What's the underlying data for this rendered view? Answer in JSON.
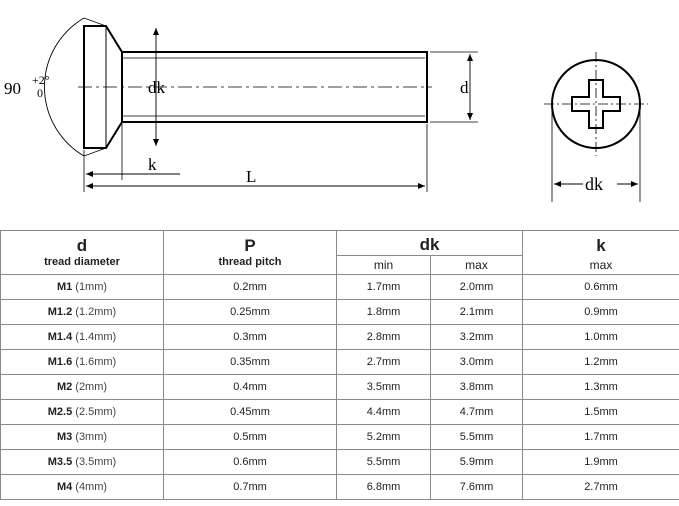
{
  "drawing": {
    "angle_label": "90",
    "angle_tol_upper": "+2°",
    "angle_tol_lower": "0",
    "label_dk_side": "dk",
    "label_d": "d",
    "label_k": "k",
    "label_L": "L",
    "label_dk_front": "dk"
  },
  "table": {
    "headers": {
      "d": "d",
      "d_sub": "tread diameter",
      "p": "P",
      "p_sub": "thread pitch",
      "dk": "dk",
      "dk_min": "min",
      "dk_max": "max",
      "k": "k",
      "k_sub": "max"
    },
    "rows": [
      {
        "size": "M1",
        "size_paren": "(1mm)",
        "pitch": "0.2mm",
        "dk_min": "1.7mm",
        "dk_max": "2.0mm",
        "k_max": "0.6mm"
      },
      {
        "size": "M1.2",
        "size_paren": "(1.2mm)",
        "pitch": "0.25mm",
        "dk_min": "1.8mm",
        "dk_max": "2.1mm",
        "k_max": "0.9mm"
      },
      {
        "size": "M1.4",
        "size_paren": "(1.4mm)",
        "pitch": "0.3mm",
        "dk_min": "2.8mm",
        "dk_max": "3.2mm",
        "k_max": "1.0mm"
      },
      {
        "size": "M1.6",
        "size_paren": "(1.6mm)",
        "pitch": "0.35mm",
        "dk_min": "2.7mm",
        "dk_max": "3.0mm",
        "k_max": "1.2mm"
      },
      {
        "size": "M2",
        "size_paren": "(2mm)",
        "pitch": "0.4mm",
        "dk_min": "3.5mm",
        "dk_max": "3.8mm",
        "k_max": "1.3mm"
      },
      {
        "size": "M2.5",
        "size_paren": "(2.5mm)",
        "pitch": "0.45mm",
        "dk_min": "4.4mm",
        "dk_max": "4.7mm",
        "k_max": "1.5mm"
      },
      {
        "size": "M3",
        "size_paren": "(3mm)",
        "pitch": "0.5mm",
        "dk_min": "5.2mm",
        "dk_max": "5.5mm",
        "k_max": "1.7mm"
      },
      {
        "size": "M3.5",
        "size_paren": "(3.5mm)",
        "pitch": "0.6mm",
        "dk_min": "5.5mm",
        "dk_max": "5.9mm",
        "k_max": "1.9mm"
      },
      {
        "size": "M4",
        "size_paren": "(4mm)",
        "pitch": "0.7mm",
        "dk_min": "6.8mm",
        "dk_max": "7.6mm",
        "k_max": "2.7mm"
      }
    ]
  }
}
